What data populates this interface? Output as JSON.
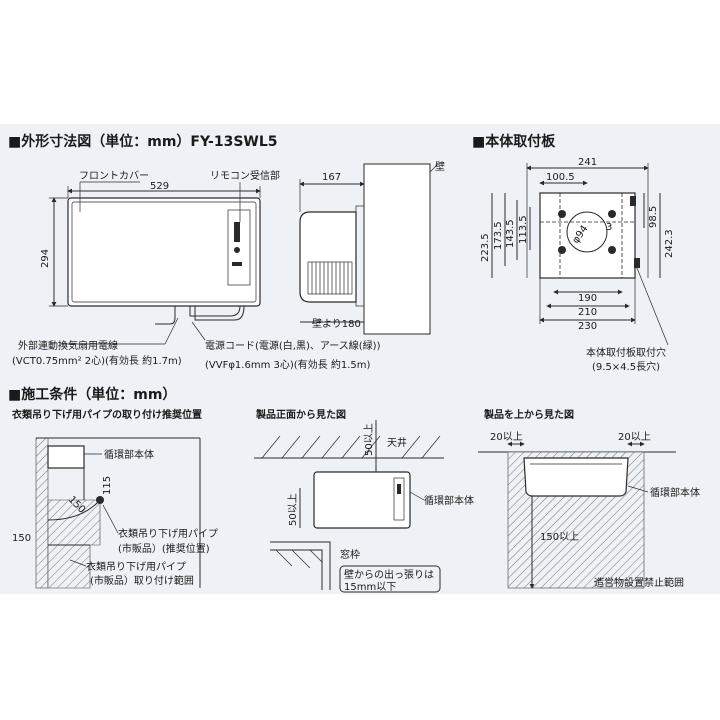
{
  "headings": {
    "dimensions": "■外形寸法図（単位：mm）FY-13SWL5",
    "mount_plate": "■本体取付板",
    "conditions": "■施工条件（単位：mm）"
  },
  "dimension_view": {
    "front_cover": "フロントカバー",
    "remote_receiver": "リモコン受信部",
    "width": "529",
    "height": "294",
    "depth": "167",
    "wall_label": "壁",
    "from_wall": "壁より180",
    "ext_cable_1": "外部連動換気扇用電線",
    "ext_cable_2": "(VCT0.75mm² 2心)(有効長 約1.7m)",
    "power_cord_1": "電源コード(電源(白,黒)、アース線(緑))",
    "power_cord_2": "(VVFφ1.6mm 3心)(有効長 約1.5m)"
  },
  "mount_plate": {
    "top_overall": "241",
    "top_offset": "100.5",
    "left_1": "223.5",
    "left_2": "173.5",
    "left_3": "143.5",
    "left_4": "113.5",
    "right_1": "98.5",
    "right_2": "242.3",
    "bottom_1": "190",
    "bottom_2": "210",
    "bottom_3": "230",
    "circle_dia": "φ94",
    "circle_num": "3",
    "hole_label_1": "本体取付板取付穴",
    "hole_label_2": "(9.5×4.5長穴)"
  },
  "condition_1": {
    "title": "衣類吊り下げ用パイプの取り付け推奨位置",
    "unit_label": "循環部本体",
    "dim_115": "115",
    "dim_150_diag": "150",
    "dim_150": "150",
    "pipe_label_1": "衣類吊り下げ用パイプ",
    "pipe_label_2": "(市販品）(推奨位置)",
    "range_label_1": "衣類吊り下げ用パイプ",
    "range_label_2": "(市販品）取り付け範囲"
  },
  "condition_2": {
    "title": "製品正面から見た図",
    "ceiling": "天井",
    "dim_top": "50以上",
    "dim_bottom": "50以上",
    "unit_label": "循環部本体",
    "window_frame": "窓枠",
    "note_1": "壁からの出っ張りは",
    "note_2": "15mm以下"
  },
  "condition_3": {
    "title": "製品を上から見た図",
    "dim_left": "20以上",
    "dim_right": "20以上",
    "unit_label": "循環部本体",
    "dim_depth": "150以上",
    "no_obstacle": "造営物設置禁止範囲"
  }
}
